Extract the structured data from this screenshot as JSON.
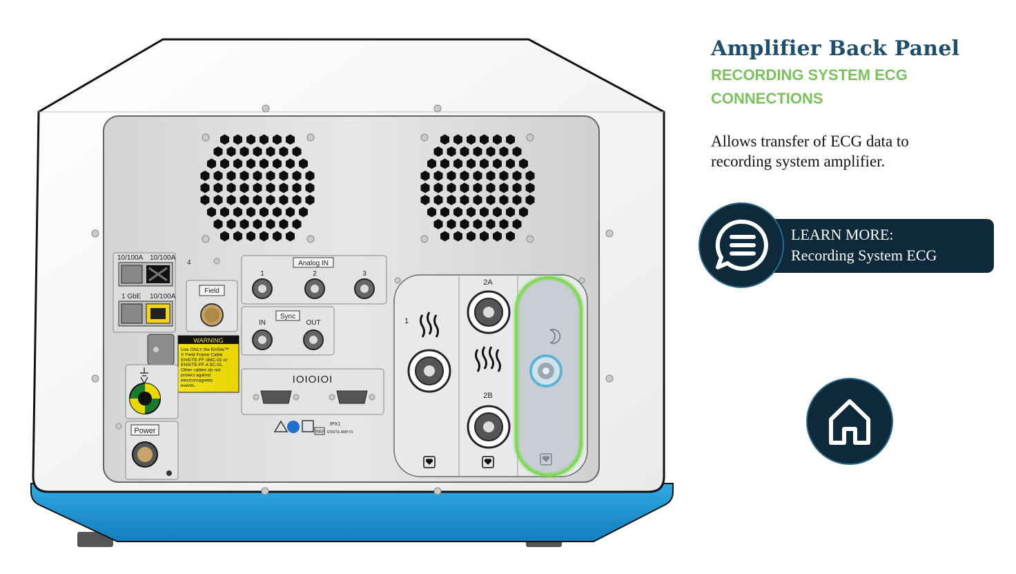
{
  "header": {
    "title": "Amplifier Back Panel",
    "subtitle": "RECORDING SYSTEM ECG CONNECTIONS"
  },
  "description": "Allows transfer of ECG data to recording system amplifier.",
  "learn_more": {
    "line1": "LEARN MORE:",
    "line2": "Recording System ECG",
    "icon": "chat-icon"
  },
  "home_button": {
    "icon": "home-icon"
  },
  "colors": {
    "title": "#1e4e6b",
    "subtitle": "#7ac25c",
    "button_bg": "#0e2a3a",
    "device_base": "#1e9ad6",
    "highlight": "#7ed957"
  },
  "panel": {
    "eth_top_left": "10/100A",
    "eth_top_right": "10/100A",
    "eth_top_num": "4",
    "eth_bottom_left": "1 GbE",
    "eth_bottom_right": "10/100A",
    "field": "Field",
    "analog_in": "Analog IN",
    "analog_1": "1",
    "analog_2": "2",
    "analog_3": "3",
    "sync": "Sync",
    "sync_in": "IN",
    "sync_out": "OUT",
    "serial": "IOIOIOI",
    "warning_title": "WARNING",
    "warning_lines": [
      "Use ONLY the EnSite™",
      "X Field Frame Cable",
      "ENSITE-FF-3MC-01 or",
      "ENSITE-FF-4.5C-01.",
      "Other cables do not",
      "protect against",
      "electromagnetic",
      "events."
    ],
    "power": "Power",
    "port_1": "1",
    "port_2a": "2A",
    "port_2b": "2B",
    "ipx": "IPX1",
    "ref": "REF",
    "model": "ENSITE-AMP-01"
  }
}
